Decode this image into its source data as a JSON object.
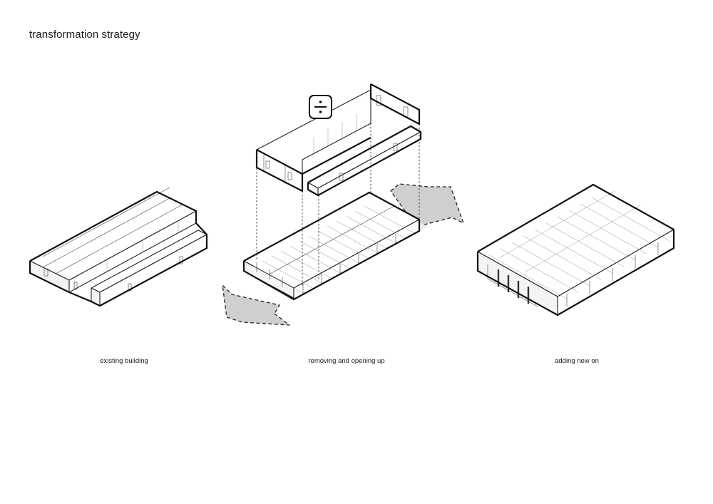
{
  "title": "transformation strategy",
  "stages": [
    {
      "id": "existing",
      "caption": "existing building"
    },
    {
      "id": "removing",
      "caption": "removing and opening up"
    },
    {
      "id": "adding",
      "caption": "adding new on"
    }
  ],
  "symbols": {
    "operation_icon": "divide-icon"
  },
  "colors": {
    "line": "#111111",
    "arrow_fill": "#cfcfcf",
    "background": "#ffffff"
  }
}
